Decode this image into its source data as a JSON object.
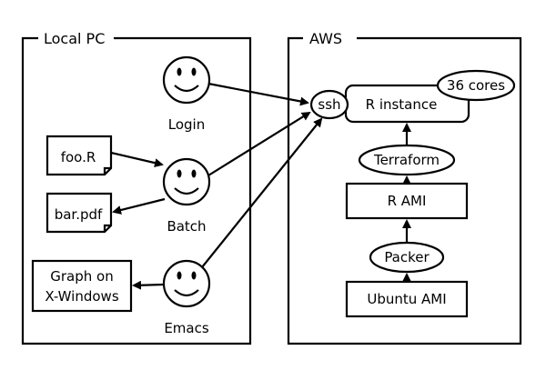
{
  "panels": {
    "local": "Local PC",
    "aws": "AWS"
  },
  "faces": {
    "login": "Login",
    "batch": "Batch",
    "emacs": "Emacs"
  },
  "files": {
    "input": "foo.R",
    "output": "bar.pdf"
  },
  "graph": {
    "line1": "Graph on",
    "line2": "X-Windows"
  },
  "aws": {
    "ssh": "ssh",
    "instance": "R instance",
    "cores": "36 cores",
    "terraform": "Terraform",
    "r_ami": "R AMI",
    "packer": "Packer",
    "ubuntu_ami": "Ubuntu AMI"
  }
}
